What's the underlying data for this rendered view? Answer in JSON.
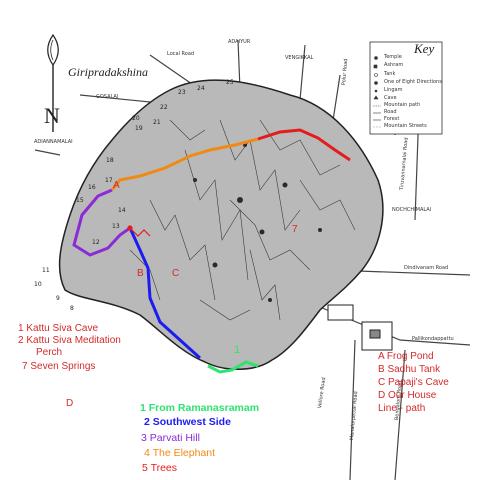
{
  "title": "Giripradakshina",
  "colors": {
    "route1": "#2ee36e",
    "route2": "#1c1cf0",
    "route3": "#8a2bd6",
    "route4": "#f08a14",
    "route5": "#e41c1c",
    "annotation": "#d42a2a"
  },
  "places": {
    "local_road": "Local Road",
    "adaiyur": "ADAIYUR",
    "vengikkal": "VENGIKKAL",
    "gosalai": "GOSALAI",
    "adiannamalai": "ADIANNAMALAI",
    "nochchimalai": "NOCHCHIMALAI",
    "dindivanam_road": "Dindivanam Road",
    "pallikondapattu": "Pallikondappattu",
    "polur_road": "Polur Road",
    "tiruvannamalai_road": "Tiruvannamalai Road",
    "bengalore_road": "Bengalore Road",
    "vellore_road": "Vellore Road",
    "manalurpettai_road": "Manalurpettai Road"
  },
  "key": {
    "title": "Key",
    "items": [
      "Temple",
      "Ashram",
      "Tank",
      "One of Eight Directions",
      "Lingam",
      "Cave",
      "Mountain path",
      "Road",
      "Forest",
      "Mountain Streets"
    ]
  },
  "landmark_numbers": [
    "25",
    "24",
    "23",
    "22",
    "21",
    "20",
    "19",
    "18",
    "17",
    "16",
    "15",
    "14",
    "13",
    "12",
    "11",
    "10",
    "9",
    "8"
  ],
  "map_letters": {
    "a": "A",
    "b": "B",
    "c": "C",
    "one": "1",
    "seven": "7"
  },
  "left_legend": [
    "1 Kattu Siva Cave",
    "2 Kattu Siva Meditation",
    "Perch",
    "7 Seven Springs"
  ],
  "d_marker": "D",
  "routes": [
    {
      "label": "1 From Ramanasramam",
      "color": "#2ee36e"
    },
    {
      "label": "2 Southwest Side",
      "color": "#1c1cf0"
    },
    {
      "label": "3 Parvati Hill",
      "color": "#8a2bd6"
    },
    {
      "label": "4 The Elephant",
      "color": "#f08a14"
    },
    {
      "label": "5 Trees",
      "color": "#e41c1c"
    }
  ],
  "right_legend": [
    "A Frog Pond",
    "B Sadhu Tank",
    "C Papaji's Cave",
    "D Our House",
    "Line - path"
  ]
}
